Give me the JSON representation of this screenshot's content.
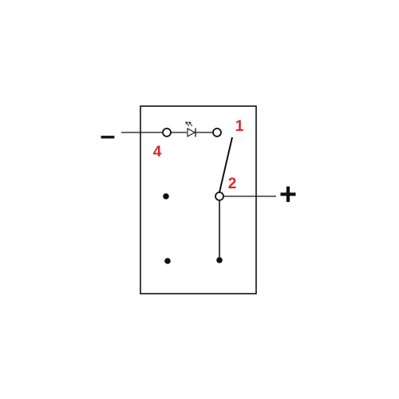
{
  "diagram": {
    "terminals": {
      "negative": {
        "symbol": "–"
      },
      "positive": {
        "symbol": "+"
      }
    },
    "pins": [
      {
        "id": "pin-1",
        "label": "1"
      },
      {
        "id": "pin-2",
        "label": "2"
      },
      {
        "id": "pin-4",
        "label": "4"
      }
    ],
    "components": {
      "led": {
        "icon": "led-icon"
      }
    },
    "colors": {
      "line": "#111111",
      "pin_label": "#d42a2a",
      "polarity": "#111111",
      "background": "#ffffff"
    }
  }
}
